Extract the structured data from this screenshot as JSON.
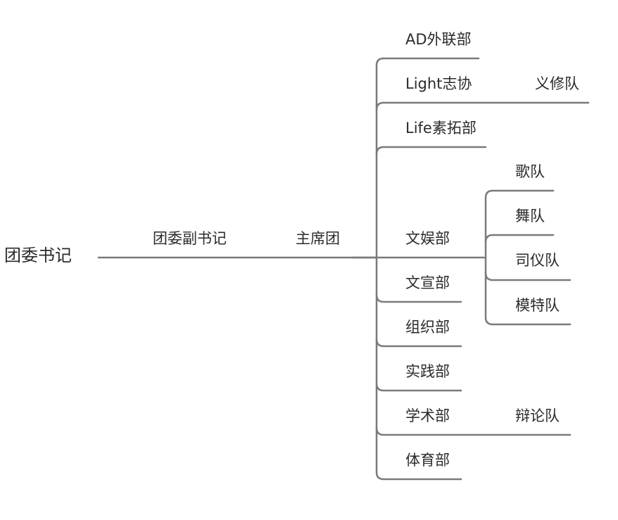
{
  "root": "团委书记",
  "vice": "团委副书记",
  "presidium": "主席团",
  "departments": [
    {
      "label": "AD外联部"
    },
    {
      "label": "Light志协",
      "child": "义修队"
    },
    {
      "label": "Life素拓部"
    },
    {
      "label": "文娱部",
      "children": [
        "歌队",
        "舞队",
        "司仪队",
        "模特队"
      ]
    },
    {
      "label": "文宣部"
    },
    {
      "label": "组织部"
    },
    {
      "label": "实践部"
    },
    {
      "label": "学术部",
      "child": "辩论队"
    },
    {
      "label": "体育部"
    }
  ],
  "colors": {
    "line": "#7a7a7a",
    "text": "#2b2b2b",
    "background": "#ffffff"
  }
}
